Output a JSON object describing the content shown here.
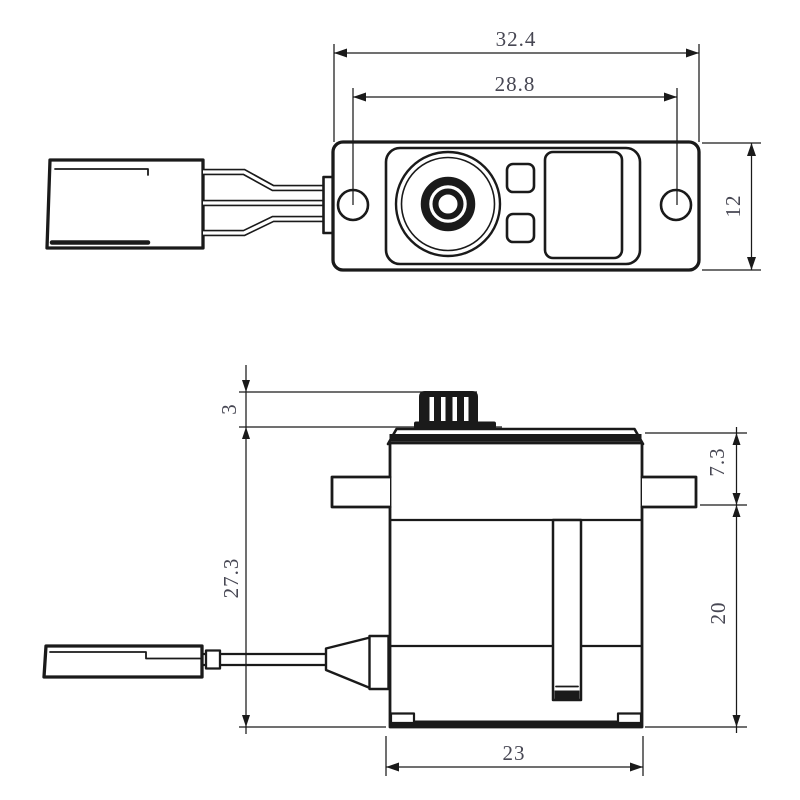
{
  "colors": {
    "line": "#1a1a1a",
    "dim_text": "#474753",
    "background": "#ffffff"
  },
  "dimensions": {
    "top_view": {
      "overall_width": "32.4",
      "hole_spacing": "28.8",
      "body_width": "12"
    },
    "side_view": {
      "spline_height": "3",
      "upper_height": "27.3",
      "flange_drop": "7.3",
      "lower_height": "20",
      "body_length": "23"
    }
  }
}
